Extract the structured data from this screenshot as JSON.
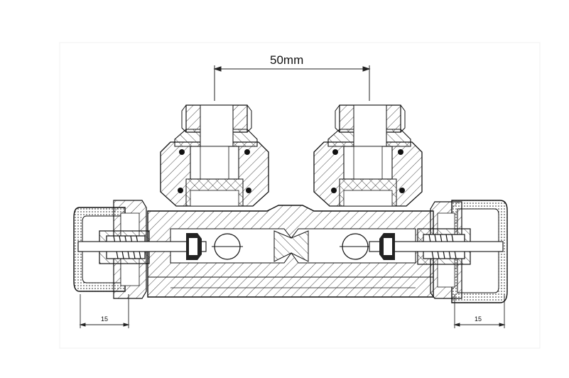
{
  "dimensions": {
    "center_spacing": "50mm",
    "left_offset": "15",
    "right_offset": "15"
  }
}
